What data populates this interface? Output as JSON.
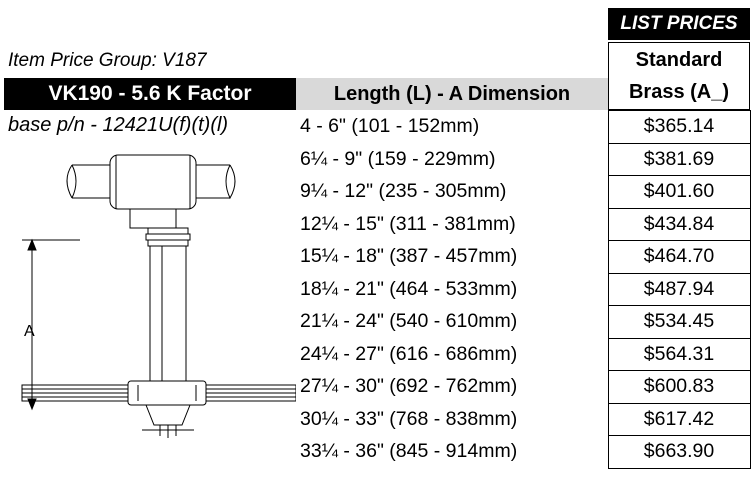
{
  "header": {
    "list_prices": "LIST PRICES",
    "item_price_group": "Item Price Group: V187",
    "model": "VK190 - 5.6 K Factor",
    "base_pn": "base p/n - 12421U(f)(t)(l)",
    "column_length": "Length (L) - A Dimension",
    "column_price_line1": "Standard",
    "column_price_line2": "Brass (A_)"
  },
  "drawing": {
    "dimension_label": "A"
  },
  "rows": [
    {
      "length": "4 - 6\" (101 - 152mm)",
      "price": "$365.14"
    },
    {
      "length": "6¼ - 9\" (159 - 229mm)",
      "price": "$381.69"
    },
    {
      "length": "9¼ - 12\" (235 - 305mm)",
      "price": "$401.60"
    },
    {
      "length": "12¼ - 15\" (311 - 381mm)",
      "price": "$434.84"
    },
    {
      "length": "15¼ - 18\" (387 - 457mm)",
      "price": "$464.70"
    },
    {
      "length": "18¼ - 21\" (464 - 533mm)",
      "price": "$487.94"
    },
    {
      "length": "21¼ - 24\" (540 - 610mm)",
      "price": "$534.45"
    },
    {
      "length": "24¼ - 27\" (616 - 686mm)",
      "price": "$564.31"
    },
    {
      "length": "27¼ - 30\" (692 - 762mm)",
      "price": "$600.83"
    },
    {
      "length": "30¼ - 33\" (768 - 838mm)",
      "price": "$617.42"
    },
    {
      "length": "33¼ - 36\" (845 - 914mm)",
      "price": "$663.90"
    }
  ]
}
